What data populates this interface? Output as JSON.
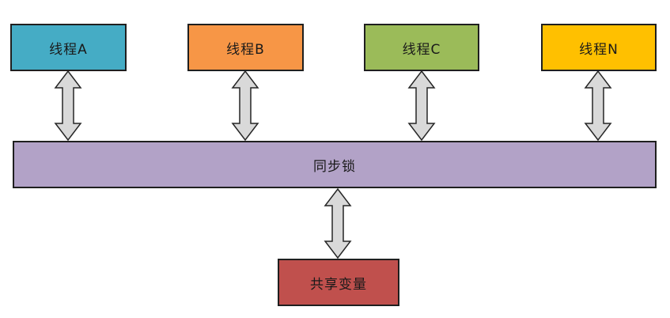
{
  "diagram": {
    "background": "#ffffff",
    "border_color": "#1f1f1f",
    "threads": [
      {
        "label": "线程A",
        "fill": "#45acc5"
      },
      {
        "label": "线程B",
        "fill": "#f79646"
      },
      {
        "label": "线程C",
        "fill": "#9bbb59"
      },
      {
        "label": "线程N",
        "fill": "#ffc000"
      }
    ],
    "lock": {
      "label": "同步锁",
      "fill": "#b2a2c7"
    },
    "shared_variable": {
      "label": "共享变量",
      "fill": "#c0504d"
    },
    "connector": {
      "fill": "#d9d9d9",
      "stroke": "#262626"
    }
  }
}
